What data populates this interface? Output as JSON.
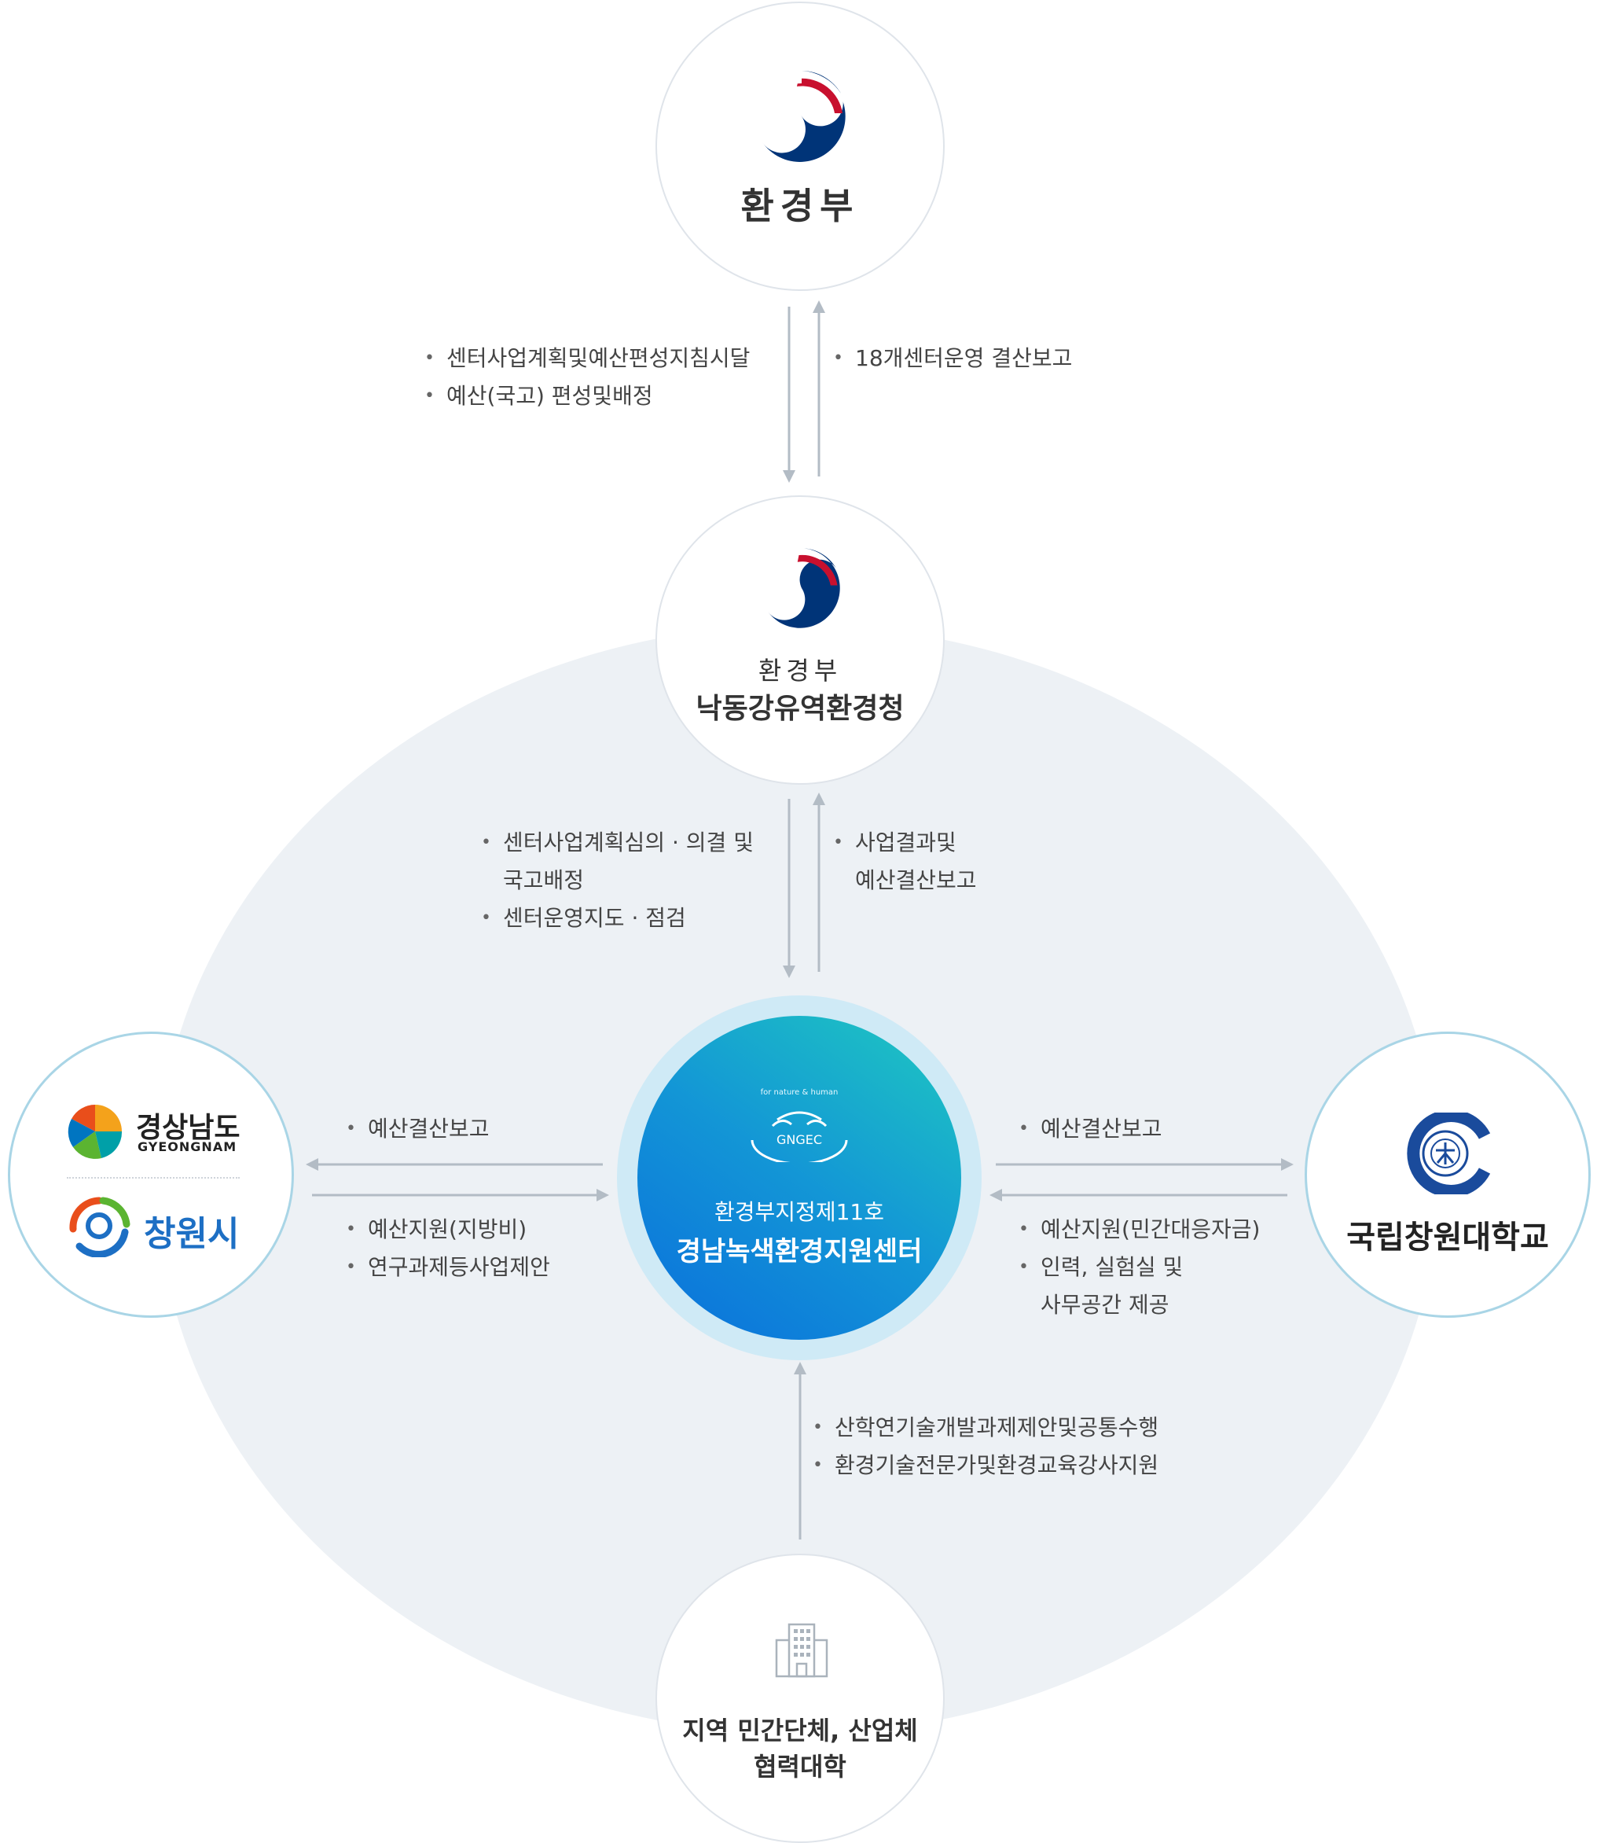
{
  "nodes": {
    "ministry": {
      "name": "환경부"
    },
    "nakdong": {
      "line1": "환경부",
      "line2": "낙동강유역환경청"
    },
    "center": {
      "tagline": "for nature & human",
      "logo_text": "GNGEC",
      "line1": "환경부지정제11호",
      "line2": "경남녹색환경지원센터"
    },
    "gyeongnam": {
      "name_kr": "경상남도",
      "name_en": "GYEONGNAM",
      "city": "창원시"
    },
    "university": {
      "name": "국립창원대학교"
    },
    "local": {
      "line1": "지역 민간단체, 산업체",
      "line2": "협력대학"
    }
  },
  "flows": {
    "ministry_down": [
      "센터사업계획및예산편성지침시달",
      "예산(국고) 편성및배정"
    ],
    "ministry_up": [
      "18개센터운영 결산보고"
    ],
    "nakdong_down": [
      {
        "lines": [
          "센터사업계획심의 · 의결 및",
          "국고배정"
        ]
      },
      {
        "lines": [
          "센터운영지도 · 점검"
        ]
      }
    ],
    "nakdong_up": [
      {
        "lines": [
          "사업결과및",
          "예산결산보고"
        ]
      }
    ],
    "left_out": [
      "예산결산보고"
    ],
    "left_in": [
      "예산지원(지방비)",
      "연구과제등사업제안"
    ],
    "right_out": [
      "예산결산보고"
    ],
    "right_in": [
      {
        "lines": [
          "예산지원(민간대응자금)"
        ]
      },
      {
        "lines": [
          "인력, 실험실 및",
          "사무공간 제공"
        ]
      }
    ],
    "bottom_up": [
      "산학연기술개발과제제안및공통수행",
      "환경기술전문가및환경교육강사지원"
    ]
  },
  "colors": {
    "arrow": "#b3bcc5",
    "ellipse": "#edf1f5",
    "center_gradient_start": "#1fc9c0",
    "center_gradient_end": "#0a6fdc",
    "taegeuk_red": "#c8102e",
    "taegeuk_blue": "#003478"
  },
  "icons": [
    "taegeuk-emblem-icon",
    "gngec-logo-icon",
    "gyeongnam-logo-icon",
    "changwon-logo-icon",
    "university-emblem-icon",
    "building-icon"
  ]
}
